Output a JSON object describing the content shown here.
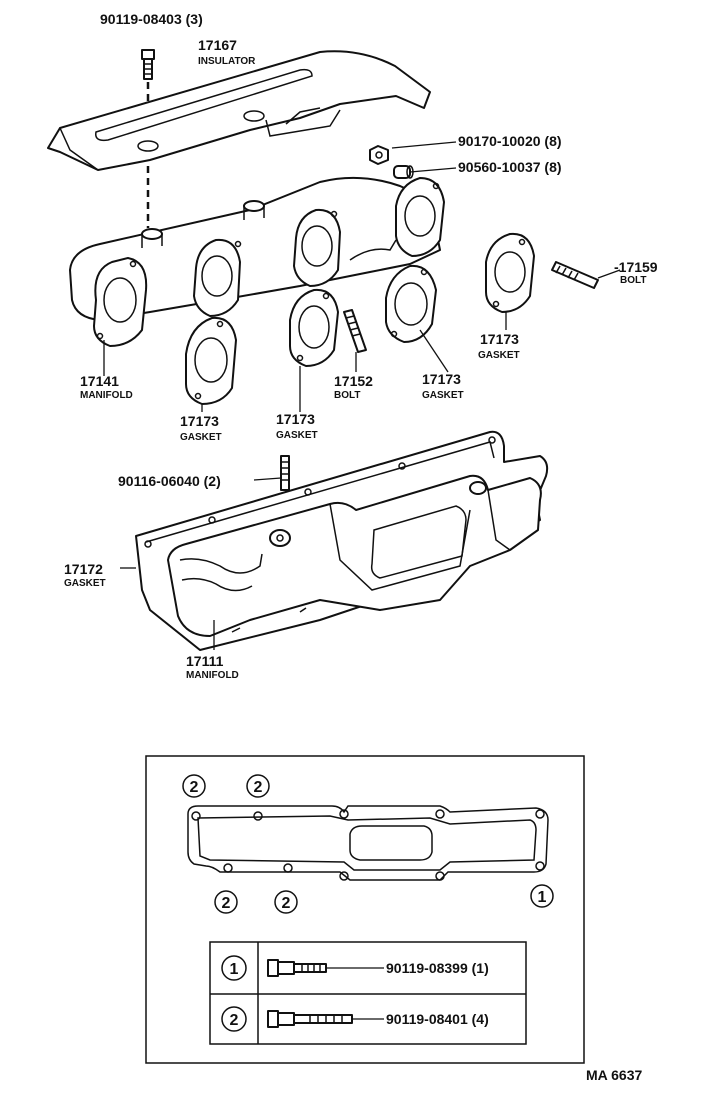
{
  "labels": {
    "bolt_top": "90119-08403 (3)",
    "insulator_no": "17167",
    "insulator_name": "INSULATOR",
    "nut": "90170-10020 (8)",
    "washer": "90560-10037 (8)",
    "stud_no": "-17159",
    "stud_name": "BOLT",
    "gasket_r_no": "17173",
    "gasket_r_name": "GASKET",
    "manifold_ex_no": "17141",
    "manifold_ex_name": "MANIFOLD",
    "gasket_a_no": "17173",
    "gasket_a_name": "GASKET",
    "gasket_b_no": "17173",
    "gasket_b_name": "GASKET",
    "bolt_mid_no": "17152",
    "bolt_mid_name": "BOLT",
    "gasket_c_no": "17173",
    "gasket_c_name": "GASKET",
    "stud_lower": "90116-06040 (2)",
    "gasket_in_no": "17172",
    "gasket_in_name": "GASKET",
    "manifold_in_no": "17111",
    "manifold_in_name": "MANIFOLD",
    "diagram_code": "MA 6637"
  },
  "legend": {
    "markers": [
      "2",
      "2",
      "2",
      "2",
      "1"
    ],
    "rows": [
      {
        "marker": "1",
        "part": "90119-08399 (1)"
      },
      {
        "marker": "2",
        "part": "90119-08401 (4)"
      }
    ]
  }
}
